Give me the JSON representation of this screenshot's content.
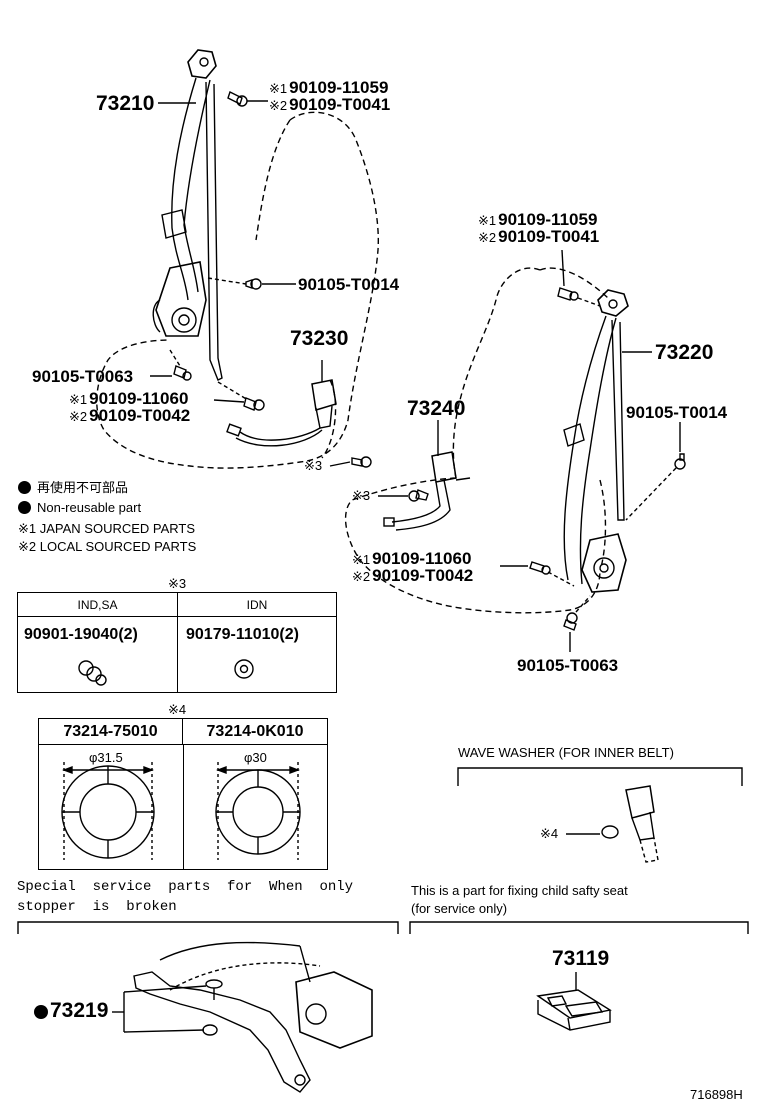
{
  "parts": {
    "p73210": "73210",
    "p73230": "73230",
    "p73240": "73240",
    "p73220": "73220",
    "p73119": "73119",
    "p73219": "73219",
    "left_bolt_top_1": "90109-11059",
    "left_bolt_top_2": "90109-T0041",
    "left_90105_T0014": "90105-T0014",
    "left_90105_T0063": "90105-T0063",
    "left_bolt_low_1": "90109-11060",
    "left_bolt_low_2": "90109-T0042",
    "right_bolt_top_1": "90109-11059",
    "right_bolt_top_2": "90109-T0041",
    "right_90105_T0014": "90105-T0014",
    "right_bolt_low_1": "90109-11060",
    "right_bolt_low_2": "90109-T0042",
    "right_90105_T0063": "90105-T0063"
  },
  "marks": {
    "m1": "※1",
    "m2": "※2",
    "m3": "※3",
    "m4": "※4"
  },
  "legend": {
    "jp": "再使用不可部品",
    "en": "Non-reusable part",
    "note1": "※1 JAPAN SOURCED PARTS",
    "note2": "※2 LOCAL SOURCED PARTS"
  },
  "table3": {
    "title": "※3",
    "col1_head": "IND,SA",
    "col2_head": "IDN",
    "col1_part": "90901-19040(2)",
    "col2_part": "90179-11010(2)"
  },
  "table4": {
    "title": "※4",
    "col1_head": "73214-75010",
    "col2_head": "73214-0K010",
    "col1_dim": "φ31.5",
    "col2_dim": "φ30"
  },
  "notes": {
    "wave_washer": "WAVE WASHER (FOR INNER BELT)",
    "special_line1": "Special  service  parts  for  When  only",
    "special_line2": "stopper  is  broken",
    "child_line1": "This is a part for fixing child safty seat",
    "child_line2": "(for service only)"
  },
  "figure_id": "716898H"
}
